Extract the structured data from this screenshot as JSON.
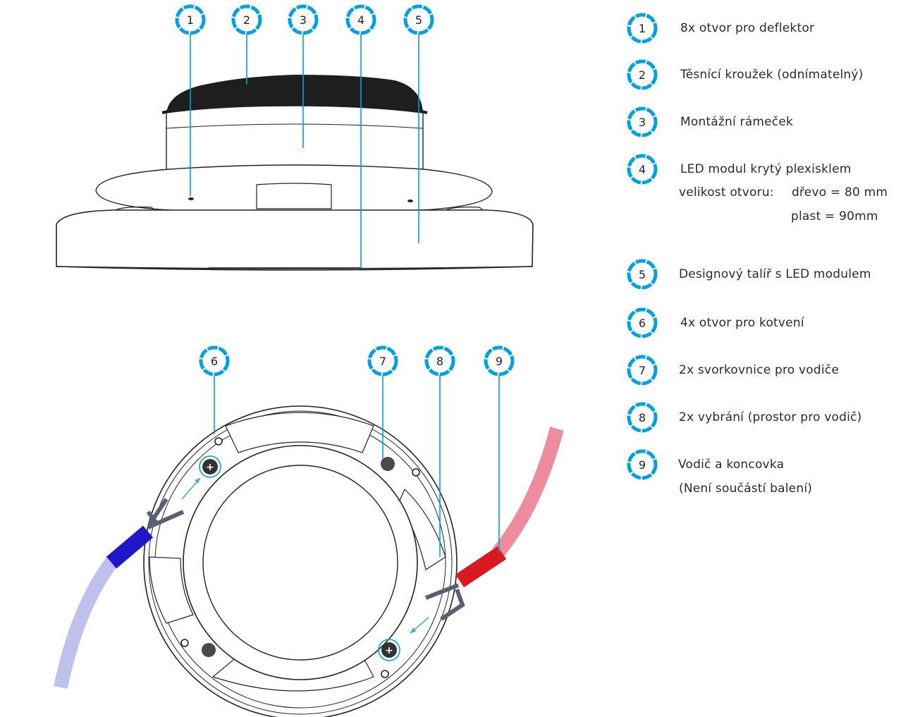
{
  "accent_color": "#00a0e3",
  "callouts": {
    "c1": "1",
    "c2": "2",
    "c3": "3",
    "c4": "4",
    "c5": "5",
    "c6": "6",
    "c7": "7",
    "c8": "8",
    "c9": "9"
  },
  "legend": {
    "item1": "8x otvor pro deflektor",
    "item2": "Těsnící kroužek (odnímatelný)",
    "item3": "Montážní rámeček",
    "item4": "LED modul krytý plexisklem",
    "item4_size_label": "velikost otvoru:",
    "item4_wood": "dřevo = 80 mm",
    "item4_plastic": "plast = 90mm",
    "item5": "Designový talíř s LED modulem",
    "item6": "4x otvor pro kotvení",
    "item7": "2x svorkovnice pro vodiče",
    "item8": "2x vybrání (prostor pro vodič)",
    "item9": "Vodič a koncovka",
    "item9_note": "(Není součástí balení)"
  },
  "wire_colors": {
    "blue_sleeve": "#c0c0ec",
    "blue_tip": "#2017c8",
    "red_sleeve": "#ee8c9c",
    "red_tip": "#d81920",
    "conductor": "#5b5f75"
  }
}
